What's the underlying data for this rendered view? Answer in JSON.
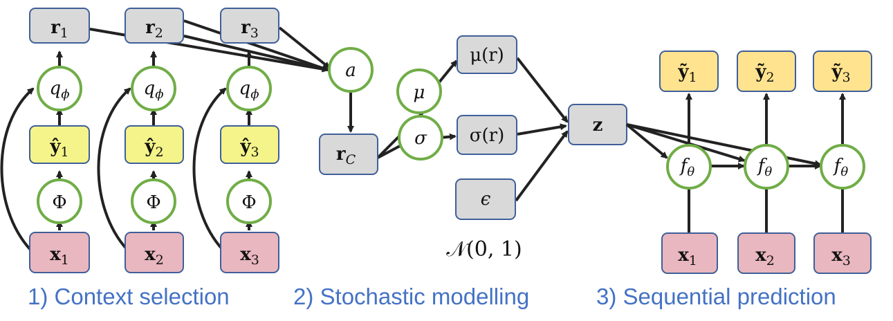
{
  "colors": {
    "gray_box": "#d9d9d9",
    "yellow_box": "#f4f48a",
    "orange_box": "#ffe38f",
    "pink_box": "#e9b7bf",
    "box_stroke": "#3f5f99",
    "circle_stroke": "#70ad47",
    "arrow": "#222222",
    "caption": "#4472C4"
  },
  "section1": {
    "columns": [
      {
        "r": "r",
        "r_sub": "1",
        "q": "q",
        "q_sub": "ϕ",
        "yhat": "ŷ",
        "yhat_sub": "1",
        "phi": "Φ",
        "x": "x",
        "x_sub": "1"
      },
      {
        "r": "r",
        "r_sub": "2",
        "q": "q",
        "q_sub": "ϕ",
        "yhat": "ŷ",
        "yhat_sub": "2",
        "phi": "Φ",
        "x": "x",
        "x_sub": "2"
      },
      {
        "r": "r",
        "r_sub": "3",
        "q": "q",
        "q_sub": "ϕ",
        "yhat": "ŷ",
        "yhat_sub": "3",
        "phi": "Φ",
        "x": "x",
        "x_sub": "3"
      }
    ],
    "caption": "1) Context selection"
  },
  "section2": {
    "attention": "a",
    "rc": "r",
    "rc_sub": "C",
    "mu": "μ",
    "sigma": "σ",
    "mu_r": "μ(r)",
    "sigma_r": "σ(r)",
    "epsilon": "ϵ",
    "z": "z",
    "normal": "𝒩(0, 1)",
    "caption": "2) Stochastic modelling"
  },
  "section3": {
    "columns": [
      {
        "y": "ỹ",
        "y_sub": "1",
        "f": "f",
        "f_sub": "θ",
        "x": "x",
        "x_sub": "1"
      },
      {
        "y": "ỹ",
        "y_sub": "2",
        "f": "f",
        "f_sub": "θ",
        "x": "x",
        "x_sub": "2"
      },
      {
        "y": "ỹ",
        "y_sub": "3",
        "f": "f",
        "f_sub": "θ",
        "x": "x",
        "x_sub": "3"
      }
    ],
    "caption": "3) Sequential prediction"
  }
}
